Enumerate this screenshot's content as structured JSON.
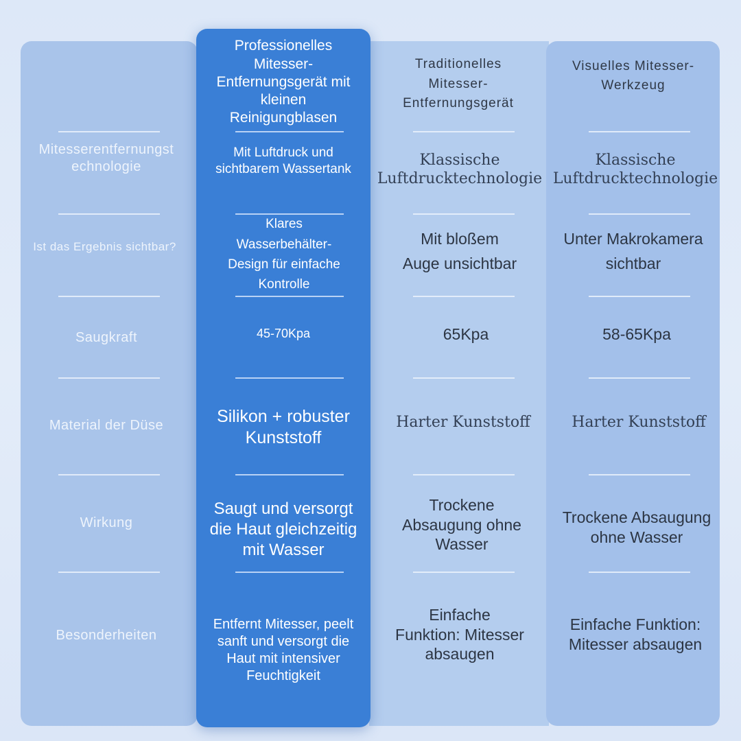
{
  "headers": {
    "pro": "Professionelles Mitesser-Entfernungsgerät mit kleinen Reinigungblasen",
    "traditional": "Traditionelles Mitesser-Entfernungsgerät",
    "visual": "Visuelles Mitesser-Werkzeug"
  },
  "rows": [
    {
      "label": "Mitesserentfernungstechnologie",
      "pro": "Mit Luftdruck und sichtbarem Wassertank",
      "traditional": "Klassische Luftdrucktechnologie",
      "visual": "Klassische Luftdrucktechnologie"
    },
    {
      "label": "Ist das Ergebnis sichtbar?",
      "pro": "Klares Wasserbehälter-Design für einfache Kontrolle",
      "traditional": "Mit bloßem Auge unsichtbar",
      "visual": "Unter Makrokamera sichtbar"
    },
    {
      "label": "Saugkraft",
      "pro": "45-70Kpa",
      "traditional": "65Kpa",
      "visual": "58-65Kpa"
    },
    {
      "label": "Material der Düse",
      "pro": "Silikon + robuster Kunststoff",
      "traditional": "Harter Kunststoff",
      "visual": "Harter Kunststoff"
    },
    {
      "label": "Wirkung",
      "pro": "Saugt und versorgt die Haut gleichzeitig mit Wasser",
      "traditional": "Trockene Absaugung ohne Wasser",
      "visual": "Trockene Absaugung ohne Wasser"
    },
    {
      "label": "Besonderheiten",
      "pro": "Entfernt Mitesser, peelt sanft und versorgt die Haut mit intensiver Feuchtigkeit",
      "traditional": "Einfache Funktion: Mitesser absaugen",
      "visual": "Einfache Funktion: Mitesser absaugen"
    }
  ]
}
